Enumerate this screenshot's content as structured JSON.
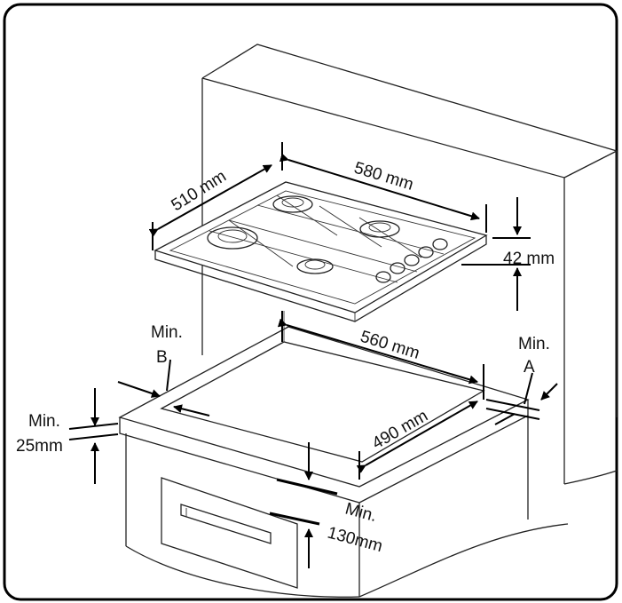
{
  "labels": {
    "hob_depth": "510 mm",
    "hob_width": "580 mm",
    "hob_height": "42 mm",
    "cutout_width": "560 mm",
    "cutout_depth": "490 mm",
    "min_b_line1": "Min.",
    "min_b_line2": "B",
    "min_a_line1": "Min.",
    "min_a_line2": "A",
    "min_25_line1": "Min.",
    "min_25_line2": "25mm",
    "min_130_line1": "Min.",
    "min_130_line2": "130mm"
  }
}
